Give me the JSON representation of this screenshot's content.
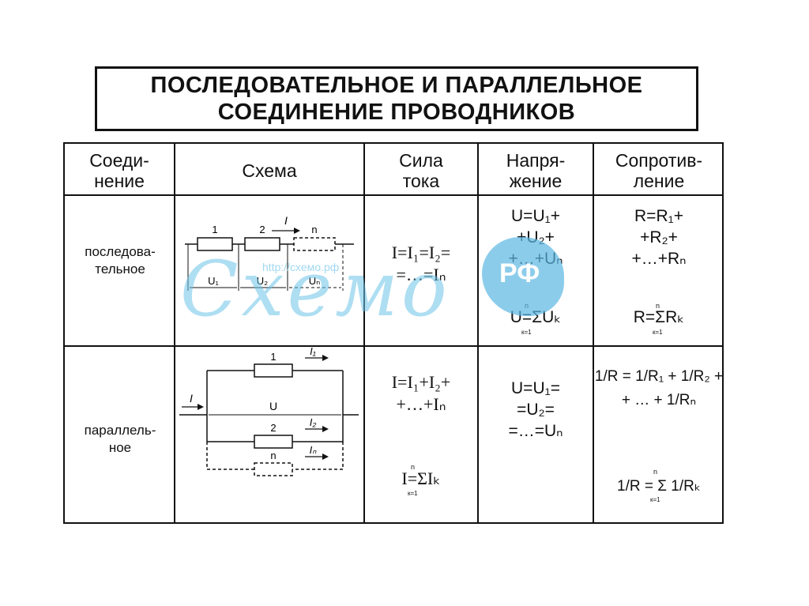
{
  "title": {
    "line1": "ПОСЛЕДОВАТЕЛЬНОЕ И ПАРАЛЛЕЛЬНОЕ",
    "line2": "СОЕДИНЕНИЕ ПРОВОДНИКОВ"
  },
  "headers": {
    "connection": "Соеди-\nнение",
    "scheme": "Схема",
    "current": "Сила\nтока",
    "voltage": "Напря-\nжение",
    "resistance": "Сопротив-\nление"
  },
  "series": {
    "label": "последова-\nтельное",
    "diagram": {
      "r1": "1",
      "r2": "2",
      "rn": "n",
      "current": "I",
      "u1": "U₁",
      "u2": "U₂",
      "un": "Uₙ"
    },
    "current_formula": "I=I₁=I₂=\n=…=Iₙ",
    "voltage_formula": "U=U₁+\n+U₂+\n+…+Uₙ",
    "voltage_sum": "U=ΣUₖ",
    "resistance_formula": "R=R₁+\n+R₂+\n+…+Rₙ",
    "resistance_sum": "R=ΣRₖ",
    "sum_top": "n",
    "sum_bottom": "к=1"
  },
  "parallel": {
    "label": "параллель-\nное",
    "diagram": {
      "r1": "1",
      "r2": "2",
      "rn": "n",
      "current": "I",
      "i1": "I₁",
      "i2": "I₂",
      "in": "Iₙ",
      "voltage": "U"
    },
    "current_formula": "I=I₁+I₂+\n+…+Iₙ",
    "current_sum": "I=ΣIₖ",
    "voltage_formula": "U=U₁=\n=U₂=\n=…=Uₙ",
    "resistance_formula": "1/R = 1/R₁ + 1/R₂ +\n+ … + 1/Rₙ",
    "resistance_sum": "1/R = Σ 1/Rₖ",
    "sum_top": "n",
    "sum_bottom": "к=1"
  },
  "watermark": {
    "text": "Схемо",
    "url": "http://схемо.рф",
    "badge": "РФ"
  }
}
